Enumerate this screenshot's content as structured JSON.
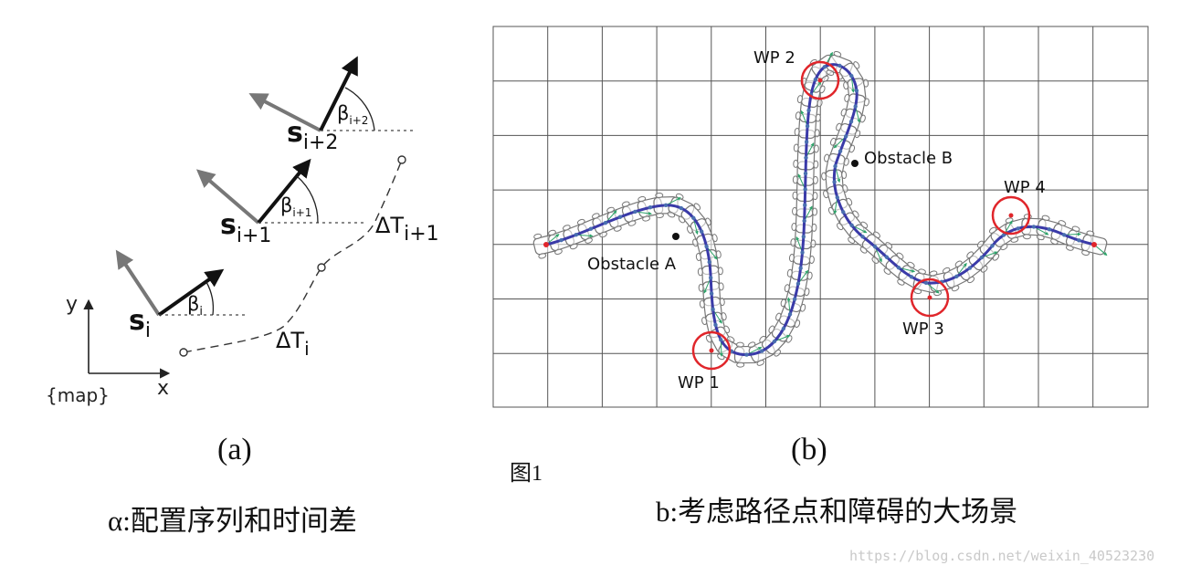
{
  "panel_a": {
    "axis_y": "y",
    "axis_x": "x",
    "frame": "{map}",
    "poses": [
      {
        "main": "s",
        "sub": "i"
      },
      {
        "main": "s",
        "sub": "i+1"
      },
      {
        "main": "s",
        "sub": "i+2"
      }
    ],
    "angles": [
      {
        "main": "β",
        "sub": "i"
      },
      {
        "main": "β",
        "sub": "i+1"
      },
      {
        "main": "β",
        "sub": "i+2"
      }
    ],
    "time_gaps": [
      {
        "main": "ΔT",
        "sub": "i"
      },
      {
        "main": "ΔT",
        "sub": "i+1"
      }
    ],
    "subfigure_label": "(a)"
  },
  "panel_b": {
    "waypoints": [
      "WP 1",
      "WP 2",
      "WP 3",
      "WP 4"
    ],
    "obstacles": [
      "Obstacle A",
      "Obstacle B"
    ],
    "subfigure_label": "(b)"
  },
  "figure_label": "图1",
  "caption_a": "α:配置序列和时间差",
  "caption_b": "b:考虑路径点和障碍的大场景",
  "watermark": "https://blog.csdn.net/weixin_40523230",
  "colors": {
    "path_line": "#3a3aa8",
    "path_dots": "#4a6fb0",
    "velocity_arrows": "#2ea36a",
    "waypoint_circle": "#e0262b",
    "footprint": "#777777",
    "grid": "#555555"
  }
}
